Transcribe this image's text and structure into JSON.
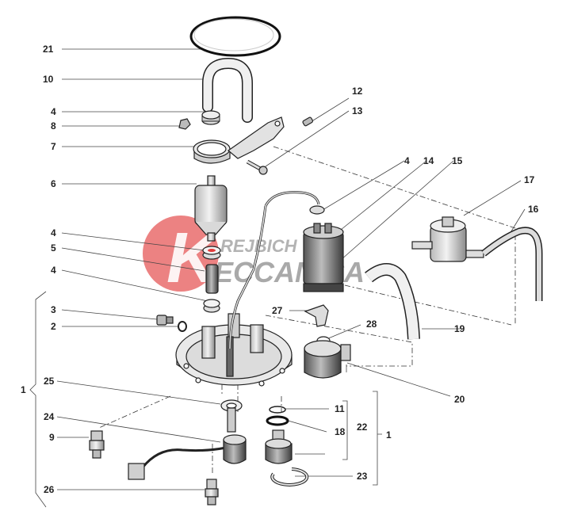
{
  "diagram": {
    "labels": {
      "l1_left": "1",
      "l1_right": "1",
      "l2": "2",
      "l3": "3",
      "l4a": "4",
      "l4b": "4",
      "l4c": "4",
      "l4d": "4",
      "l5": "5",
      "l6": "6",
      "l7": "7",
      "l8": "8",
      "l9": "9",
      "l10": "10",
      "l11": "11",
      "l12": "12",
      "l13": "13",
      "l14": "14",
      "l15": "15",
      "l16": "16",
      "l17": "17",
      "l18": "18",
      "l19": "19",
      "l20": "20",
      "l21": "21",
      "l22": "22",
      "l23": "23",
      "l24": "24",
      "l25": "25",
      "l26": "26",
      "l27": "27",
      "l28": "28"
    },
    "watermark": {
      "top": "REJBICH",
      "bottom": "ECCANICA",
      "badge_letter": "K",
      "color": "#e23b3b"
    },
    "colors": {
      "line": "#222222",
      "part_fill": "#e6e6e6",
      "part_dark": "#9a9a9a"
    }
  }
}
